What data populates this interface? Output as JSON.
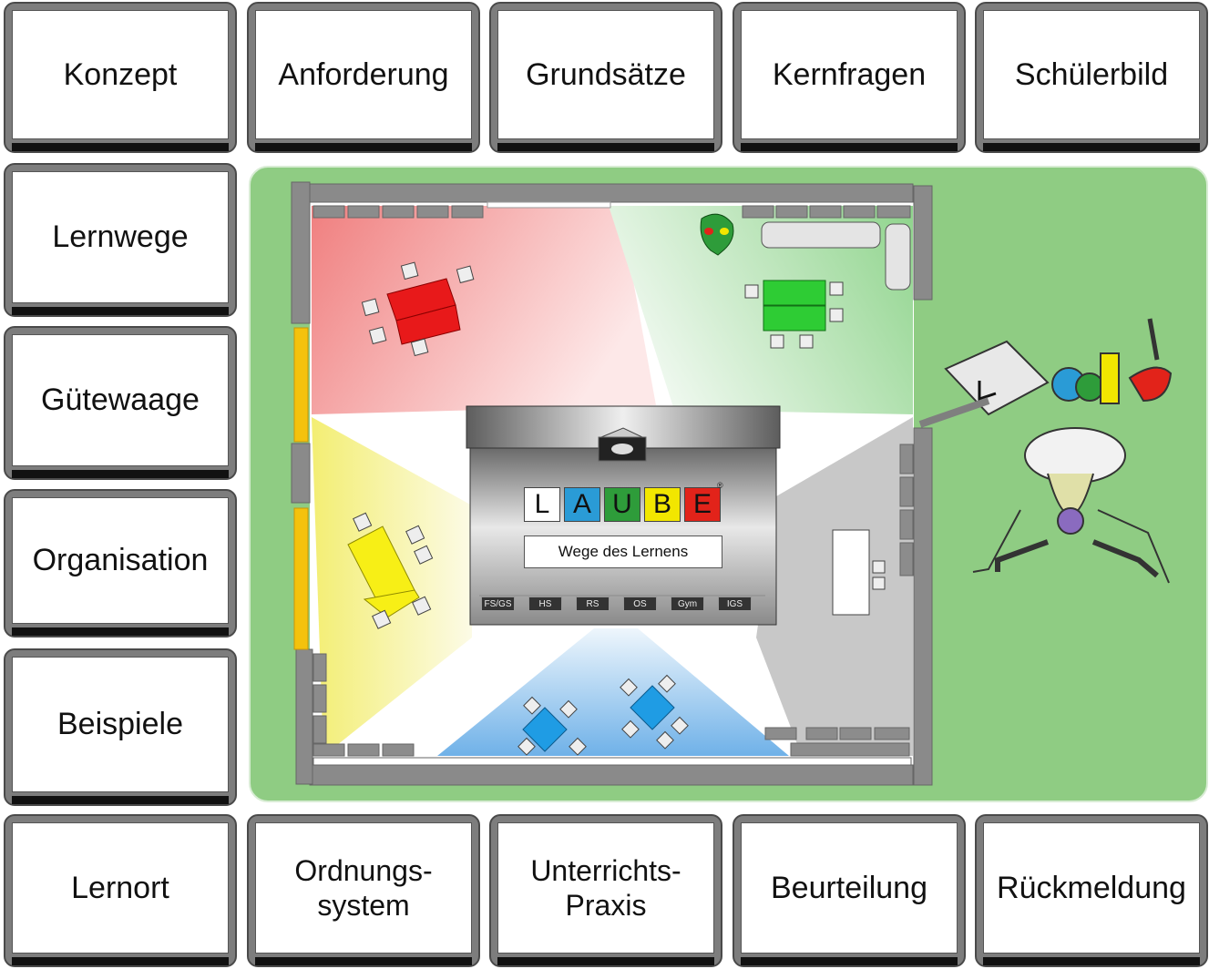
{
  "tiles_top": [
    "Konzept",
    "Anforderung",
    "Grundsätze",
    "Kernfragen",
    "Schülerbild"
  ],
  "tiles_left": [
    "Lernwege",
    "Gütewaage",
    "Organisation",
    "Beispiele"
  ],
  "tiles_bottom": [
    "Lernort",
    "Ordnungs-\nsystem",
    "Unterrichts-\nPraxis",
    "Beurteilung",
    "Rückmeldung"
  ],
  "logo": {
    "letters": [
      "L",
      "A",
      "U",
      "B",
      "E"
    ],
    "letter_colors": [
      "#ffffff",
      "#2a9bd6",
      "#2e9c3a",
      "#f2e600",
      "#e2231a"
    ],
    "registered": "®",
    "subtitle": "Wege des Lernens",
    "schools": [
      "FS/GS",
      "HS",
      "RS",
      "OS",
      "Gym",
      "IGS"
    ]
  },
  "colors": {
    "field_green": "#8fcc83",
    "zone_red": "#f08a8a",
    "zone_green": "#8dd08b",
    "zone_yellow": "#f2ef7a",
    "zone_blue": "#7db9ea",
    "zone_grey": "#c8c8c8",
    "table_red": "#e8191a",
    "table_green": "#2ecc34",
    "table_yellow": "#f7ef16",
    "table_blue": "#1f9ce4"
  }
}
